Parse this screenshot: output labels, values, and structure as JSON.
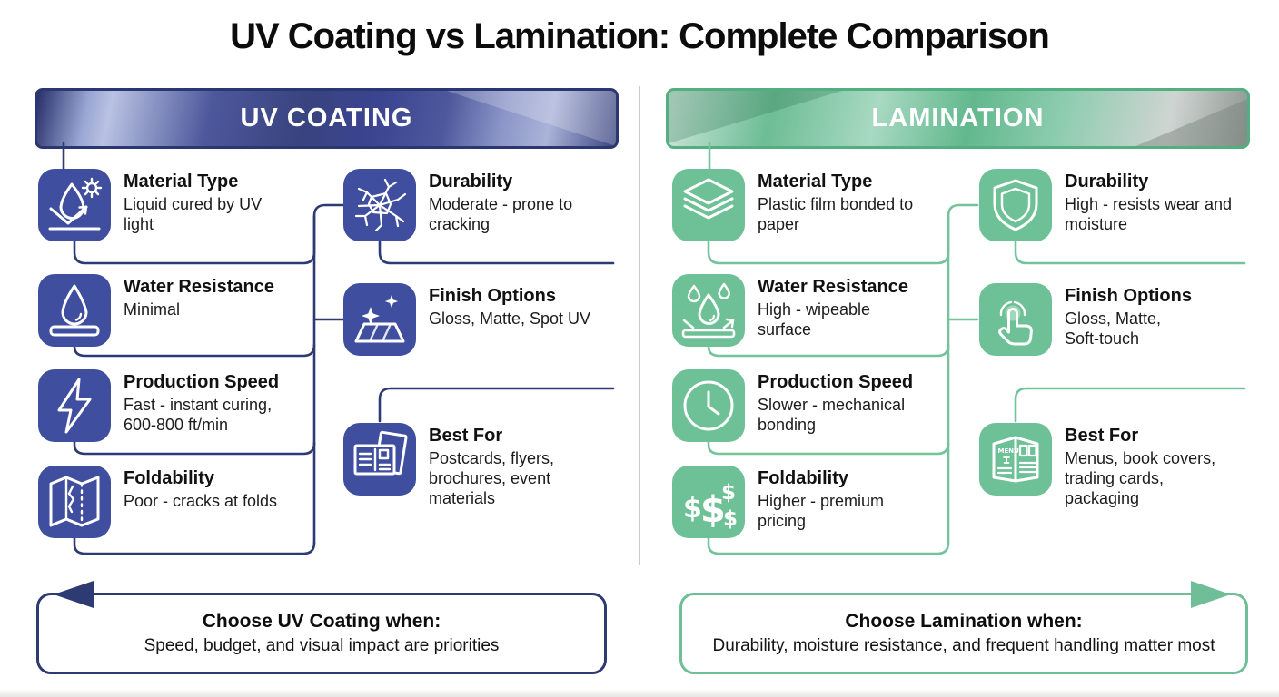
{
  "title": "UV Coating vs Lamination: Complete Comparison",
  "colors": {
    "uv_accent": "#2e3a72",
    "uv_icon_bg": "#3f4e9e",
    "lam_accent": "#6fbe97",
    "lam_icon_bg": "#6ec096"
  },
  "uv": {
    "header": "UV COATING",
    "items": {
      "material": {
        "icon": "droplet-uv-cure-icon",
        "title": "Material Type",
        "desc": "Liquid cured by UV light"
      },
      "water": {
        "icon": "droplet-surface-icon",
        "title": "Water Resistance",
        "desc": "Minimal"
      },
      "speed": {
        "icon": "lightning-icon",
        "title": "Production Speed",
        "desc": "Fast - instant curing, 600-800 ft/min"
      },
      "fold": {
        "icon": "folded-map-crack-icon",
        "title": "Foldability",
        "desc": "Poor - cracks at folds"
      },
      "durability": {
        "icon": "cracked-glass-icon",
        "title": "Durability",
        "desc": "Moderate - prone to cracking"
      },
      "finish": {
        "icon": "sparkle-surface-icon",
        "title": "Finish Options",
        "desc": "Gloss, Matte, Spot UV"
      },
      "best": {
        "icon": "postcards-icon",
        "title": "Best For",
        "desc": "Postcards, flyers, brochures, event materials"
      }
    },
    "footer": {
      "title": "Choose UV Coating when:",
      "desc": "Speed, budget, and visual impact are priorities"
    }
  },
  "lam": {
    "header": "LAMINATION",
    "items": {
      "material": {
        "icon": "stacked-layers-icon",
        "title": "Material Type",
        "desc": "Plastic film bonded to paper"
      },
      "water": {
        "icon": "droplets-bounce-icon",
        "title": "Water Resistance",
        "desc": "High - wipeable surface"
      },
      "speed": {
        "icon": "clock-icon",
        "title": "Production Speed",
        "desc": "Slower - mechanical bonding"
      },
      "fold": {
        "icon": "dollar-signs-icon",
        "title": "Foldability",
        "desc": "Higher - premium pricing"
      },
      "durability": {
        "icon": "shield-icon",
        "title": "Durability",
        "desc": "High - resists wear and moisture"
      },
      "finish": {
        "icon": "touch-finger-icon",
        "title": "Finish Options",
        "desc": "Gloss, Matte, Soft-touch"
      },
      "best": {
        "icon": "open-menu-icon",
        "title": "Best For",
        "desc": "Menus, book covers, trading cards, packaging"
      }
    },
    "footer": {
      "title": "Choose Lamination when:",
      "desc": "Durability, moisture resistance, and frequent handling matter most"
    }
  }
}
